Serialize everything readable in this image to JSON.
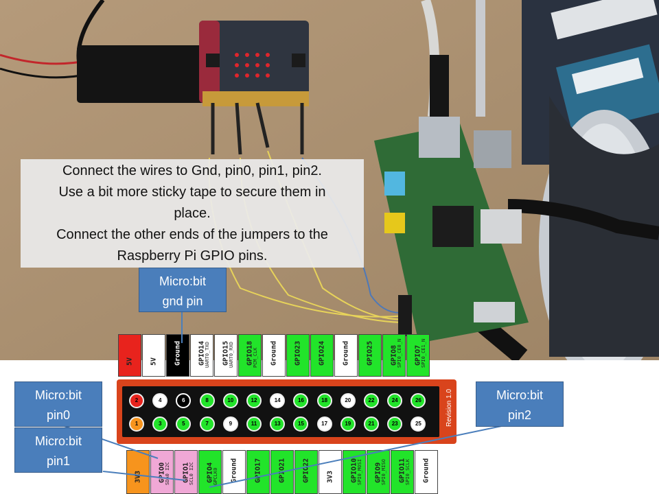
{
  "caption": {
    "lines": [
      "Connect the wires to Gnd, pin0, pin1, pin2.",
      "Use a bit more sticky tape to secure them in",
      "place.",
      "Connect the other ends of the jumpers to the",
      "Raspberry Pi GPIO pins."
    ]
  },
  "callouts": {
    "gnd": {
      "line1": "Micro:bit",
      "line2": "gnd pin"
    },
    "pin0": {
      "line1": "Micro:bit",
      "line2": "pin0"
    },
    "pin1": {
      "line1": "Micro:bit",
      "line2": "pin1"
    },
    "pin2": {
      "line1": "Micro:bit",
      "line2": "pin2"
    }
  },
  "gpio_header": {
    "revision_label": "Revision 1.0",
    "top_labels": [
      {
        "name": "5V",
        "sub": "",
        "color": "#e8231d"
      },
      {
        "name": "5V",
        "sub": "",
        "color": "#ffffff"
      },
      {
        "name": "Ground",
        "sub": "",
        "color": "#000000"
      },
      {
        "name": "GPIO14",
        "sub": "UART0_TXD",
        "color": "#ffffff"
      },
      {
        "name": "GPIO15",
        "sub": "UART0_RXD",
        "color": "#ffffff"
      },
      {
        "name": "GPIO18",
        "sub": "PCM_CLK",
        "color": "#22e42a"
      },
      {
        "name": "Ground",
        "sub": "",
        "color": "#ffffff"
      },
      {
        "name": "GPIO23",
        "sub": "",
        "color": "#22e42a"
      },
      {
        "name": "GPIO24",
        "sub": "",
        "color": "#22e42a"
      },
      {
        "name": "Ground",
        "sub": "",
        "color": "#ffffff"
      },
      {
        "name": "GPIO25",
        "sub": "",
        "color": "#22e42a"
      },
      {
        "name": "GPIO8",
        "sub": "SPI0_CE0_N",
        "color": "#22e42a"
      },
      {
        "name": "GPIO7",
        "sub": "SPI0_CE1_N",
        "color": "#22e42a"
      }
    ],
    "bottom_labels": [
      {
        "name": "3V3",
        "sub": "",
        "color": "#f7941d"
      },
      {
        "name": "GPIO0",
        "sub": "SDA0 I2C",
        "color": "#f0a8d6"
      },
      {
        "name": "GPIO1",
        "sub": "SCL0 I2C",
        "color": "#f0a8d6"
      },
      {
        "name": "GPIO4",
        "sub": "GPCLK0",
        "color": "#22e42a"
      },
      {
        "name": "Ground",
        "sub": "",
        "color": "#ffffff"
      },
      {
        "name": "GPIO17",
        "sub": "",
        "color": "#22e42a"
      },
      {
        "name": "GPIO21",
        "sub": "",
        "color": "#22e42a"
      },
      {
        "name": "GPIO22",
        "sub": "",
        "color": "#22e42a"
      },
      {
        "name": "3V3",
        "sub": "",
        "color": "#ffffff"
      },
      {
        "name": "GPIO10",
        "sub": "SPI0_MOSI",
        "color": "#22e42a"
      },
      {
        "name": "GPIO9",
        "sub": "SPI0_MISO",
        "color": "#22e42a"
      },
      {
        "name": "GPIO11",
        "sub": "SPI0_SCLK",
        "color": "#22e42a"
      },
      {
        "name": "Ground",
        "sub": "",
        "color": "#ffffff"
      }
    ],
    "top_pins": [
      {
        "num": "2",
        "color": "#e8231d"
      },
      {
        "num": "4",
        "color": "#ffffff"
      },
      {
        "num": "6",
        "color": "#000000"
      },
      {
        "num": "8",
        "color": "#22e42a"
      },
      {
        "num": "10",
        "color": "#22e42a"
      },
      {
        "num": "12",
        "color": "#22e42a"
      },
      {
        "num": "14",
        "color": "#ffffff"
      },
      {
        "num": "16",
        "color": "#22e42a"
      },
      {
        "num": "18",
        "color": "#22e42a"
      },
      {
        "num": "20",
        "color": "#ffffff"
      },
      {
        "num": "22",
        "color": "#22e42a"
      },
      {
        "num": "24",
        "color": "#22e42a"
      },
      {
        "num": "26",
        "color": "#22e42a"
      }
    ],
    "bottom_pins": [
      {
        "num": "1",
        "color": "#f7941d"
      },
      {
        "num": "3",
        "color": "#22e42a"
      },
      {
        "num": "5",
        "color": "#22e42a"
      },
      {
        "num": "7",
        "color": "#22e42a"
      },
      {
        "num": "9",
        "color": "#ffffff"
      },
      {
        "num": "11",
        "color": "#22e42a"
      },
      {
        "num": "13",
        "color": "#22e42a"
      },
      {
        "num": "15",
        "color": "#22e42a"
      },
      {
        "num": "17",
        "color": "#ffffff"
      },
      {
        "num": "19",
        "color": "#22e42a"
      },
      {
        "num": "21",
        "color": "#22e42a"
      },
      {
        "num": "23",
        "color": "#22e42a"
      },
      {
        "num": "25",
        "color": "#ffffff"
      }
    ]
  },
  "colors": {
    "callout_fill": "#4a7ebb",
    "board_red": "#d9441c",
    "header_green": "#22e42a"
  }
}
